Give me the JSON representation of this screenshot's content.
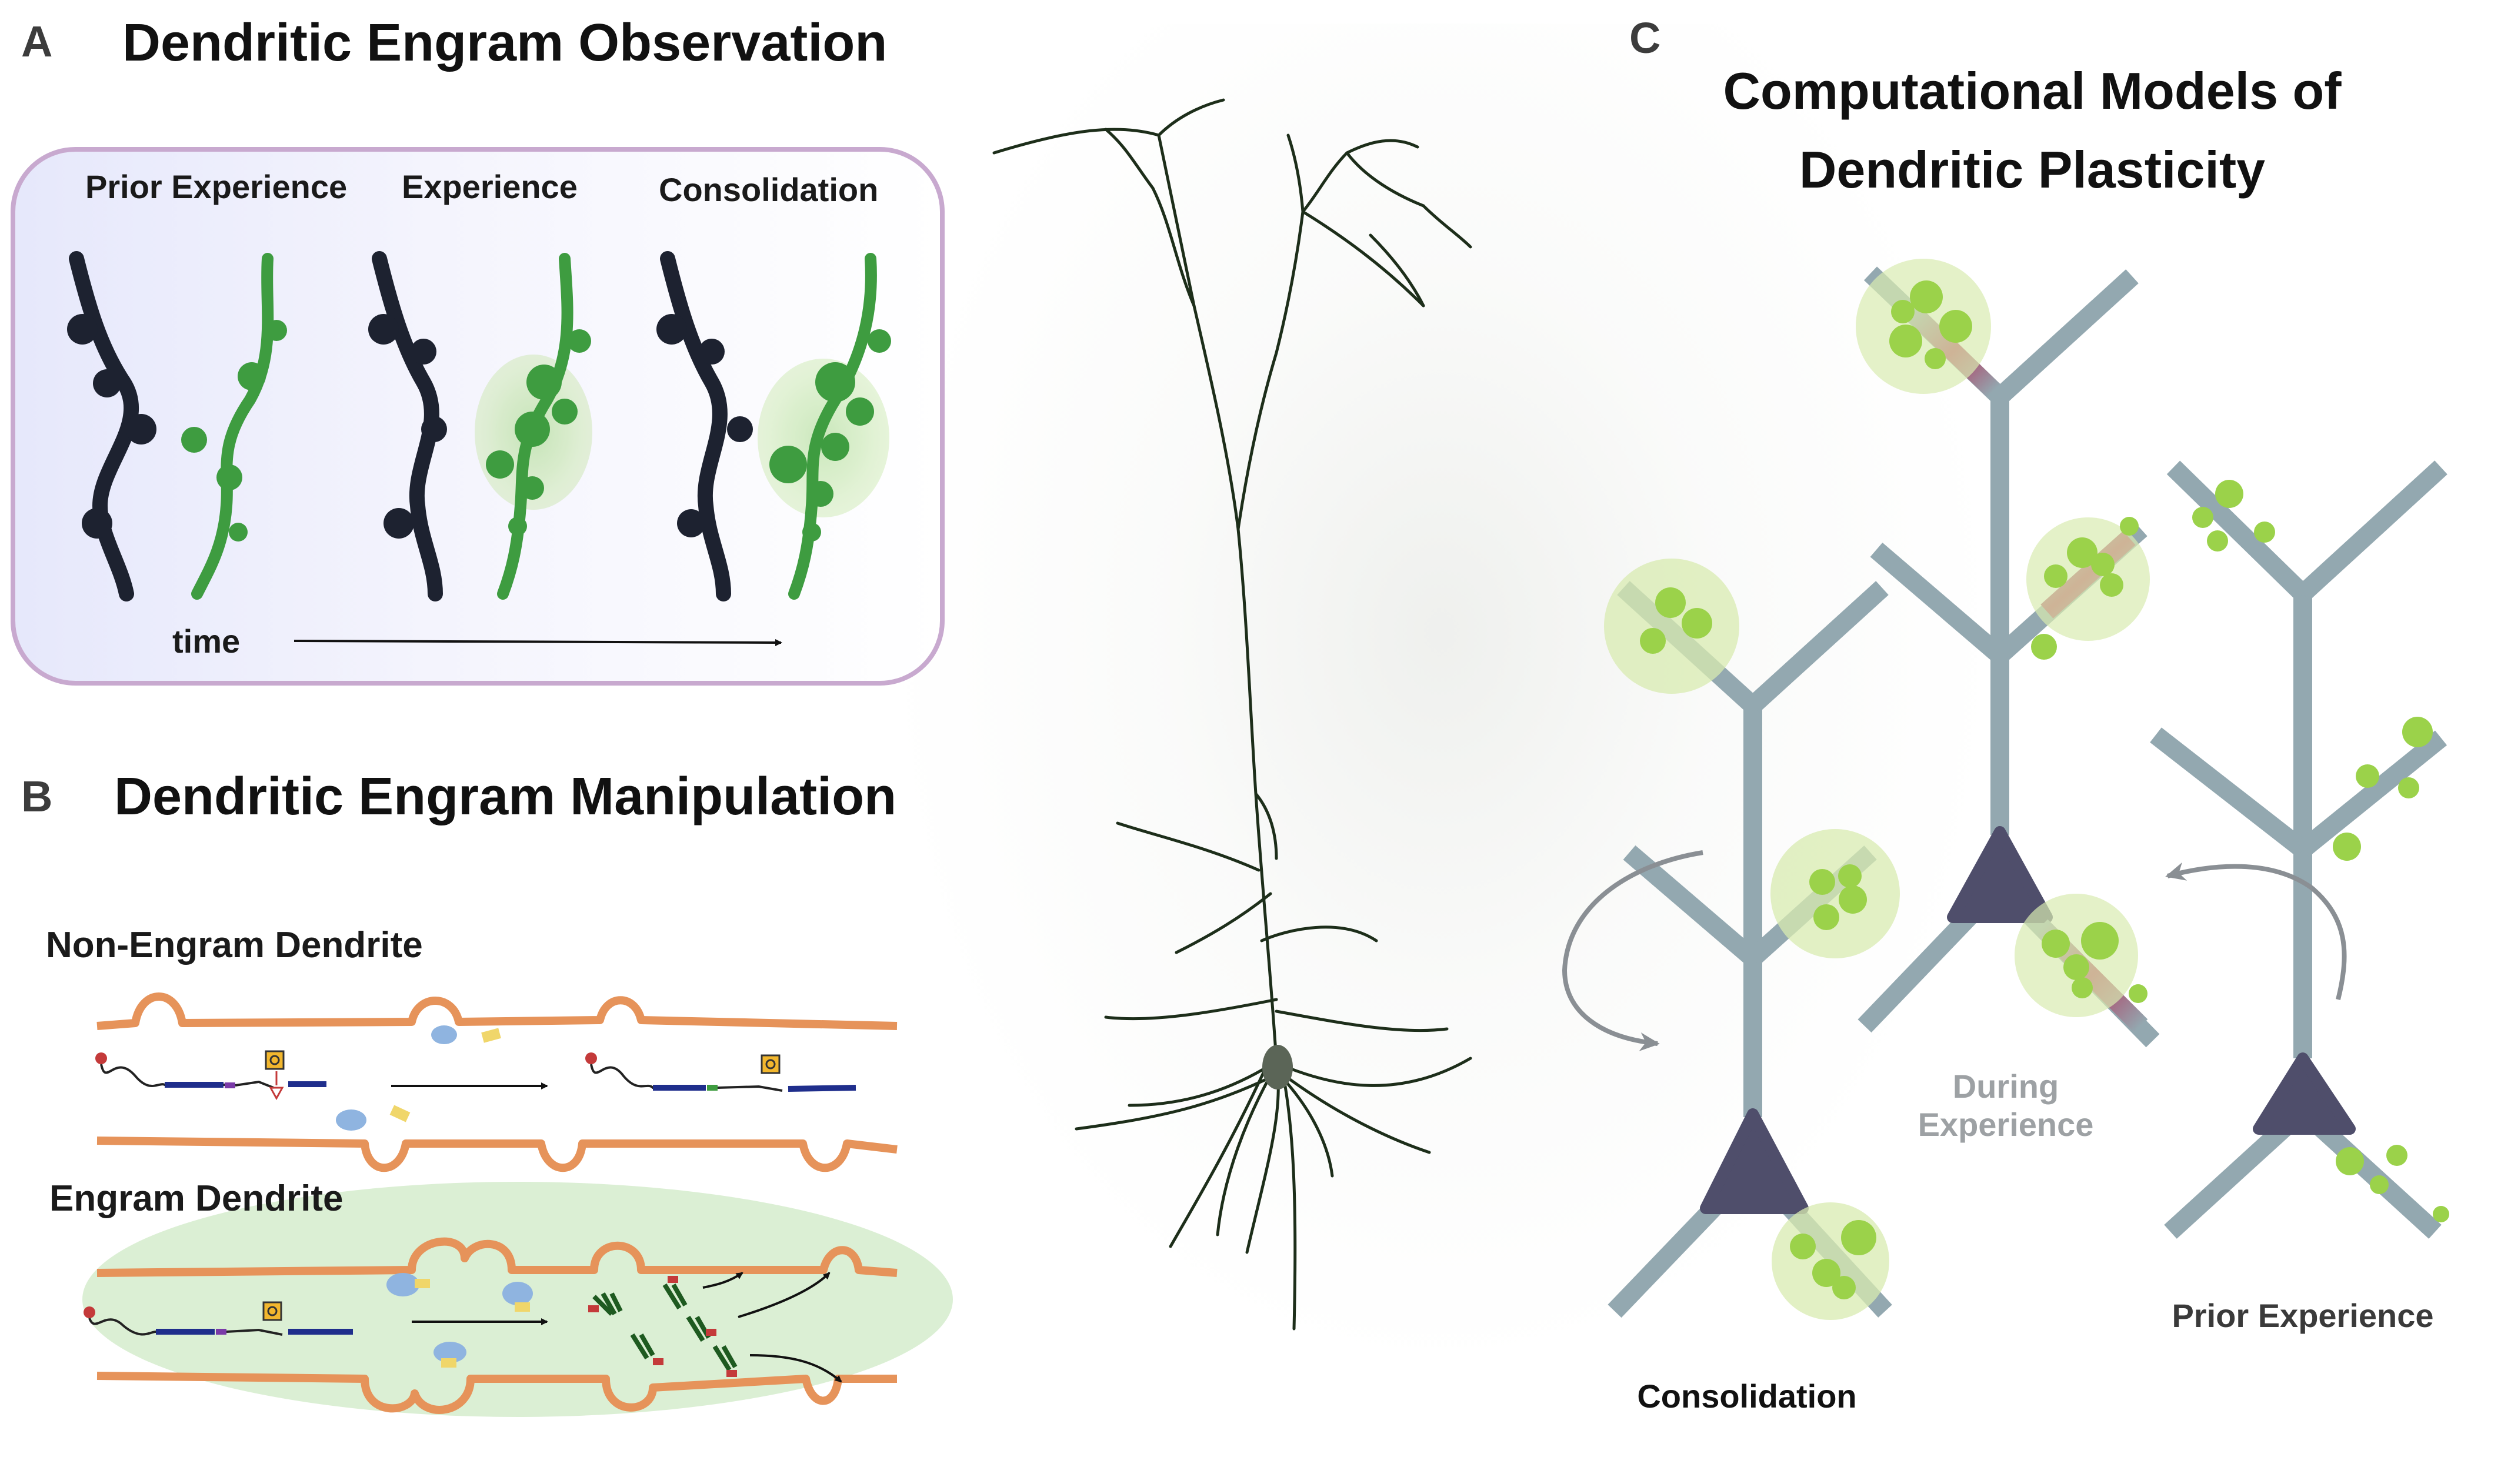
{
  "panel_a": {
    "letter": "A",
    "title": "Dendritic Engram Observation",
    "stages": [
      "Prior Experience",
      "Experience",
      "Consolidation"
    ],
    "time_label": "time"
  },
  "panel_b": {
    "letter": "B",
    "title": "Dendritic Engram Manipulation",
    "non_engram_label": "Non-Engram Dendrite",
    "engram_label": "Engram Dendrite"
  },
  "panel_c": {
    "letter": "C",
    "title_line1": "Computational Models of",
    "title_line2": "Dendritic Plasticity",
    "during_line1": "During",
    "during_line2": "Experience",
    "prior_label": "Prior Experience",
    "consolidation_label": "Consolidation"
  },
  "colors": {
    "engram_green": "#3e9c40",
    "non_engram_dark": "#1d2230",
    "membrane_orange": "#e6935a",
    "neuron_gray": "#93a8b0",
    "soma_purple": "#4f4e6b",
    "activity_green": "#9bd24a",
    "potentiated_red": "#b5315a"
  }
}
